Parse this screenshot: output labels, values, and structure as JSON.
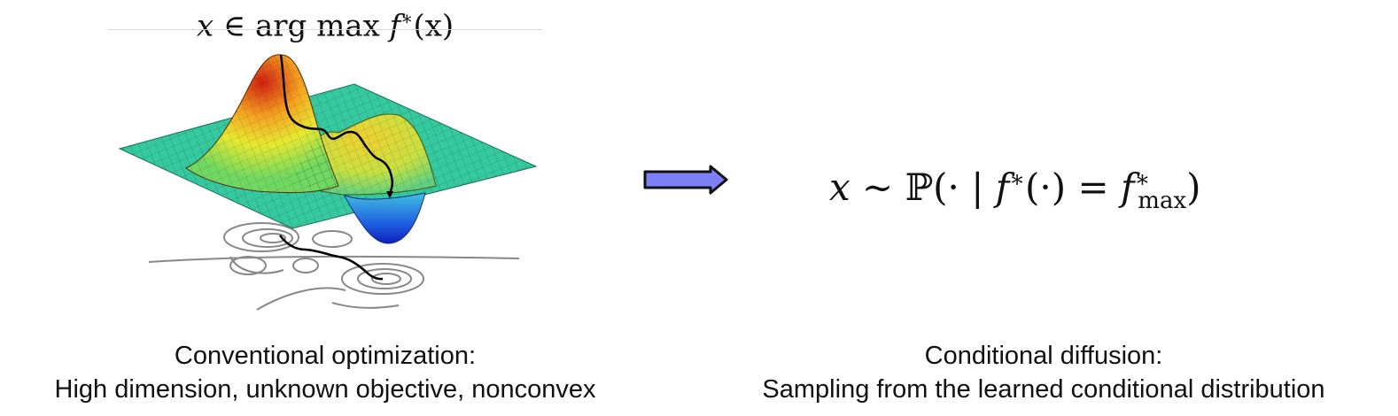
{
  "left": {
    "formula": {
      "x": "x",
      "in": " ∈ arg max ",
      "f": "f",
      "star": "∗",
      "arg": "(x)"
    },
    "caption_line1": "Conventional optimization:",
    "caption_line2": "High dimension, unknown objective, nonconvex"
  },
  "right": {
    "formula": {
      "x": "x",
      "sim": " ∼ ℙ(· | ",
      "f": "f",
      "star": "∗",
      "dot": "(·) = ",
      "f2": "f",
      "star2": "∗",
      "sub": "max",
      "close": ")"
    },
    "caption_line1": "Conditional diffusion:",
    "caption_line2": "Sampling from the learned conditional distribution"
  },
  "colors": {
    "arrow_fill": "#7f7ff7",
    "plane": "#35c9a0",
    "peak": "#d21f10",
    "trough": "#1f3fd8",
    "contour": "#888888",
    "path": "#000000"
  }
}
